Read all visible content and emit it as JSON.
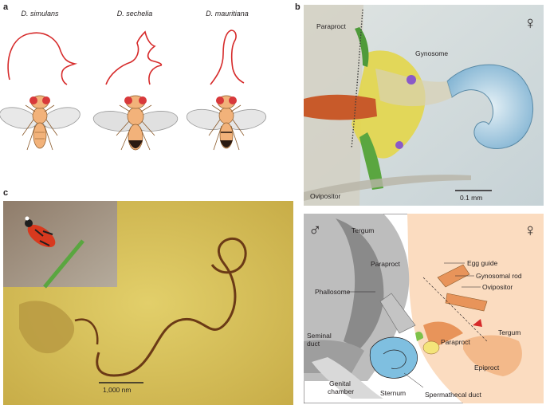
{
  "panels": {
    "a": {
      "letter": "a",
      "species": [
        "D. simulans",
        "D. sechelia",
        "D. mauritiana"
      ]
    },
    "b": {
      "letter": "b",
      "sex_symbol": "♀",
      "labels": {
        "paraproct": "Paraproct",
        "gynosome": "Gynosome",
        "ovipositor": "Ovipositor"
      },
      "scale_bar": "0.1 mm"
    },
    "c": {
      "letter": "c",
      "scale_bar": "1,000 nm"
    },
    "diagram": {
      "male_symbol": "♂",
      "female_symbol": "♀",
      "labels": {
        "tergum_male": "Tergum",
        "paraproct_male": "Paraproct",
        "phallosome": "Phallosome",
        "seminal_duct": "Seminal\nduct",
        "genital_chamber": "Genital\nchamber",
        "sternum": "Sternum",
        "egg_guide": "Egg guide",
        "gynosomal_rod": "Gynosomal rod",
        "ovipositor": "Ovipositor",
        "paraproct_female": "Paraproct",
        "tergum_female": "Tergum",
        "epiproct": "Epiproct",
        "spermathecal_duct": "Spermathecal duct"
      }
    },
    "colors": {
      "outline_red": "#d62a2a",
      "fly_body": "#f2b27a",
      "fly_eye": "#d8393b",
      "female_bg": "#fbdcc0",
      "male_gray": "#8a8a8a",
      "gold_bg": "#d8c35a"
    }
  }
}
